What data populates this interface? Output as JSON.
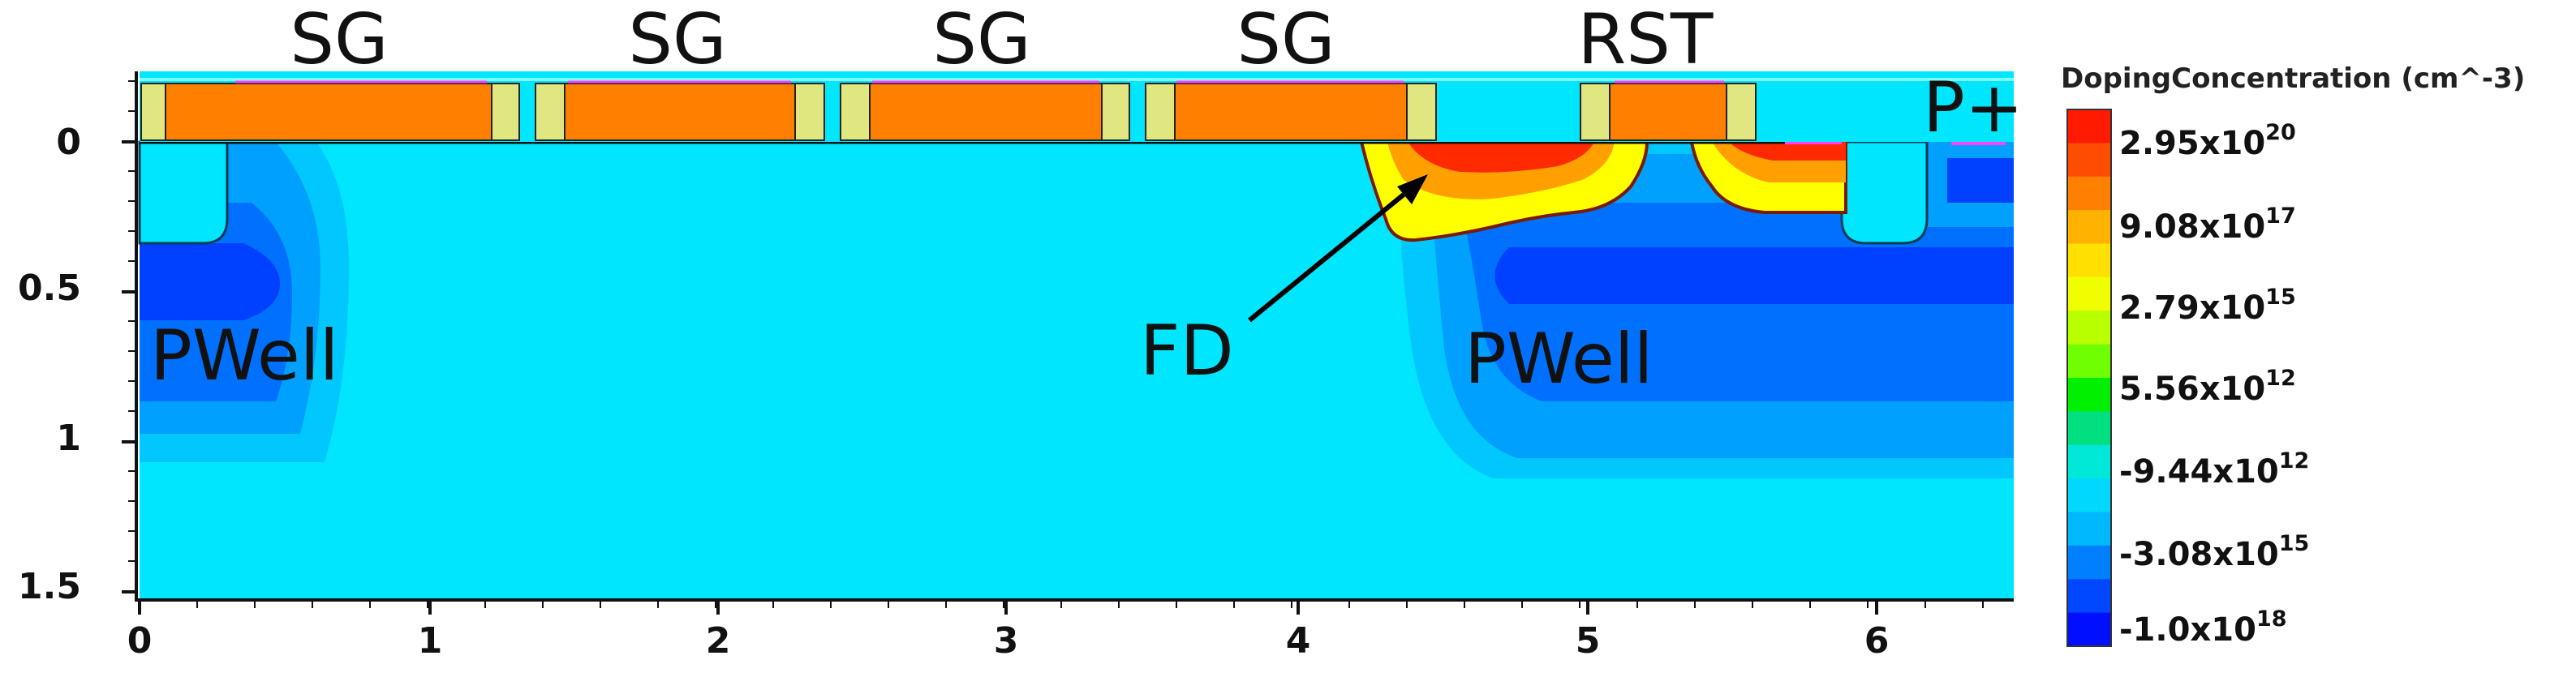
{
  "gate_labels": [
    "SG",
    "SG",
    "SG",
    "SG",
    "RST"
  ],
  "region_labels": {
    "pwell_left": "PWell",
    "fd": "FD",
    "pwell_right": "PWell",
    "p_plus": "P+"
  },
  "axes": {
    "x_ticks": [
      "0",
      "1",
      "2",
      "3",
      "4",
      "5",
      "6"
    ],
    "y_ticks": [
      "0",
      "0.5",
      "1",
      "1.5"
    ]
  },
  "colorbar": {
    "title": "DopingConcentration (cm^-3)",
    "labels": [
      {
        "mantissa": "2.95x10",
        "exp": "20"
      },
      {
        "mantissa": "9.08x10",
        "exp": "17"
      },
      {
        "mantissa": "2.79x10",
        "exp": "15"
      },
      {
        "mantissa": "5.56x10",
        "exp": "12"
      },
      {
        "mantissa": "-9.44x10",
        "exp": "12"
      },
      {
        "mantissa": "-3.08x10",
        "exp": "15"
      },
      {
        "mantissa": "-1.0x10",
        "exp": "18"
      }
    ],
    "colors": [
      "#ff1a00",
      "#ff4d00",
      "#ff8000",
      "#ffb300",
      "#ffe000",
      "#f0ff00",
      "#b8ff00",
      "#70ff00",
      "#00f000",
      "#00e080",
      "#00e8d8",
      "#00d8ff",
      "#00b8ff",
      "#0080ff",
      "#0048ff",
      "#0010ff"
    ]
  },
  "colors": {
    "substrate": "#00e6ff",
    "pwell_1": "#00c8ff",
    "pwell_2": "#00a0ff",
    "pwell_3": "#0070ff",
    "pwell_4": "#0040ff",
    "gate": "#ff8000",
    "spacer": "#e0e680",
    "fd_core": "#ff2a00",
    "fd_mid": "#ffa000",
    "fd_edge": "#ffff00"
  }
}
